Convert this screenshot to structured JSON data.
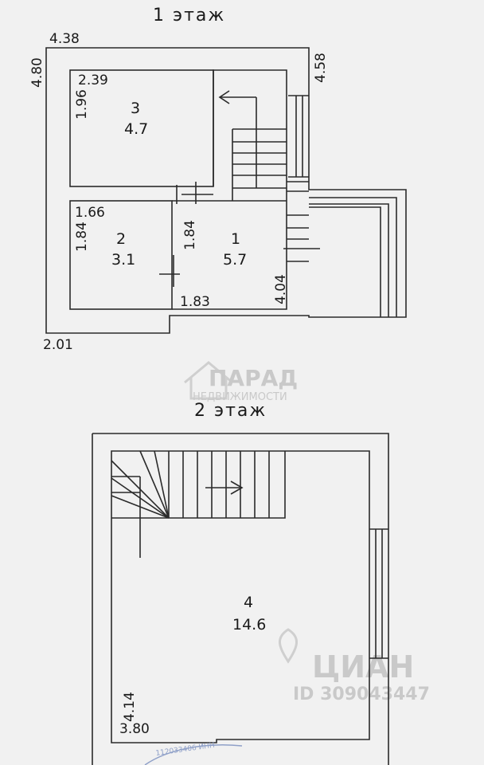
{
  "floor1": {
    "title": "1 этаж",
    "rooms": [
      {
        "number": "3",
        "area": "4.7"
      },
      {
        "number": "2",
        "area": "3.1"
      },
      {
        "number": "1",
        "area": "5.7"
      }
    ],
    "dims": {
      "top_width": "4.38",
      "left_height": "4.80",
      "right_height": "4.58",
      "room3_width": "2.39",
      "room3_height": "1.96",
      "room2_width": "1.66",
      "room2_height": "1.84",
      "room1_height": "1.84",
      "room1_bottom": "1.83",
      "room1_right": "4.04",
      "bottom_width": "2.01"
    }
  },
  "floor2": {
    "title": "2 этаж",
    "rooms": [
      {
        "number": "4",
        "area": "14.6"
      }
    ],
    "dims": {
      "left_height": "4.14",
      "bottom_width": "3.80"
    }
  },
  "watermarks": {
    "brand_top": "ПАРАД",
    "brand_sub": "НЕДВИЖИМОСТИ",
    "cian": "ЦИАН",
    "cian_id": "ID 309043447",
    "stamp": "112033406 ИНН"
  },
  "colors": {
    "line": "#2a2a2a",
    "background": "#f1f1f1",
    "watermark": "#c9c9c9"
  }
}
